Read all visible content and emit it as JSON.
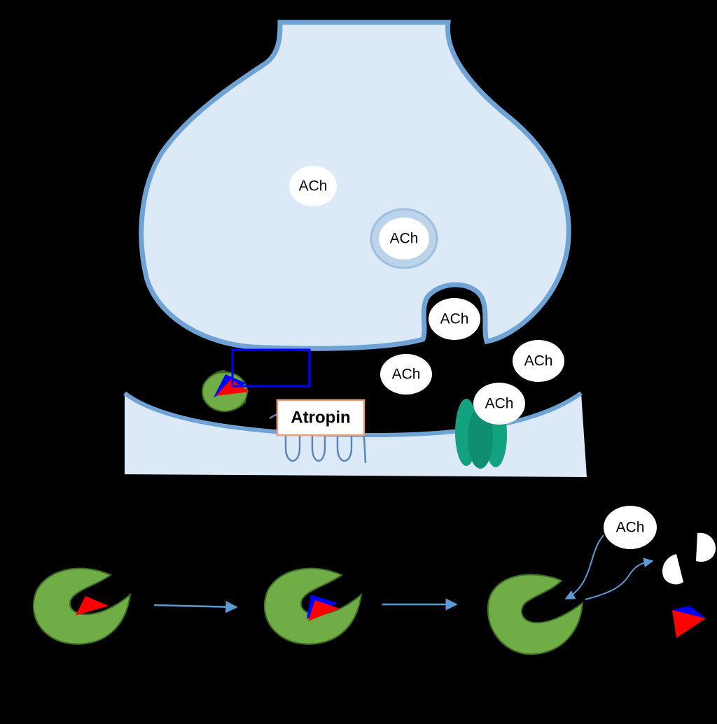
{
  "labels": {
    "ach": "ACh",
    "atropin": "Atropin"
  },
  "colors": {
    "background": "#000000",
    "terminal_fill": "#dce9f7",
    "membrane": "#6fa3d6",
    "ach_bubble": "#ffffff",
    "enzyme": "#70ad47",
    "enzyme_outline": "#3d6b22",
    "receptor": "#12a27f",
    "inhibitor_red": "#ff0000",
    "inhibitor_blue": "#0000ff",
    "arrow": "#5b9bd5",
    "highlight_box": "#0000ff",
    "atropin_border": "#e8a07a"
  },
  "icons": [
    "presynaptic-terminal",
    "synaptic-vesicle",
    "postsynaptic-membrane",
    "acetylcholinesterase-enzyme",
    "nicotinic-receptor",
    "muscarinic-receptor",
    "inhibitor-triangle"
  ]
}
